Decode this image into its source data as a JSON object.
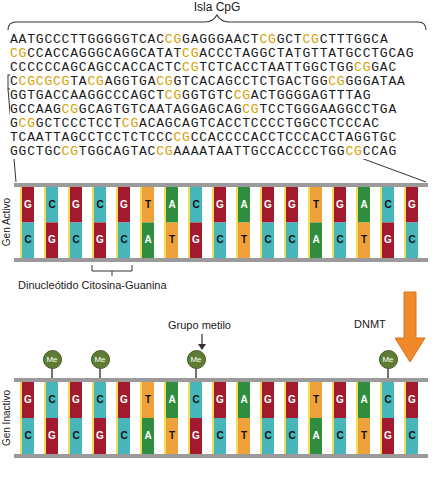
{
  "diagram": {
    "title": "Isla CpG",
    "nodes": [
      {
        "text": [
          "Me"
        ]
      },
      {
        "text": [
          "Me"
        ]
      },
      {
        "text": [
          "Me"
        ]
      },
      {
        "text": [
          "Me"
        ]
      }
    ],
    "labels": [
      "AATGCCCTTGGGGGTCACCGGAGGGAACTCGGCTCGCTTTGGCA",
      "CGCCACCAGGGCAGGCATATCGACCCTAGGCTATGTTATGCCTGCAG",
      "CCCCCCAGCAGCCACCACTCCGTCTCACCTAATTGGCTGGCGGAC",
      "CCGCGCGTACGAGGTGACGGTCACAGCCTCTGACTGGCGGGGATAA",
      "GGTGACCAAGGCCCAGCTCGGGTGTCCGACTGGGGAGTTTAG",
      "GCCAAGCGGCAGTGTCAATAGGAGCAGCGTCCTGGGAAGGCCTGA",
      "GCGGCTCCCTCCTCGACAGCAGTCACCTCCCCTGGCCTCCCAC",
      "TCAATTAGCCTCCTCTCCCCGCCACCCCACCTCCCACCTAGGTGC",
      "GGCTGCCGTGGCAGTACCGAAAATAATTGCCACCCCTGGCGCCAG",
      "G",
      "C",
      "G",
      "C",
      "G",
      "T",
      "A",
      "C",
      "G",
      "A",
      "G",
      "G",
      "T",
      "G",
      "A",
      "C",
      "G",
      "C",
      "G",
      "C",
      "G",
      "C",
      "A",
      "T",
      "G",
      "C",
      "T",
      "C",
      "C",
      "A",
      "C",
      "T",
      "G",
      "C",
      "G",
      "C",
      "G",
      "C",
      "G",
      "T",
      "A",
      "C",
      "G",
      "A",
      "G",
      "G",
      "T",
      "G",
      "A",
      "C",
      "G",
      "C",
      "G",
      "C",
      "G",
      "C",
      "A",
      "T",
      "G",
      "C",
      "T",
      "C",
      "C",
      "A",
      "C",
      "T",
      "G",
      "C",
      "Gen Activo",
      "Dinucleótido Citosina-Guanina",
      "DNMT",
      "Grupo metilo",
      "Gen Inactivo"
    ]
  }
}
